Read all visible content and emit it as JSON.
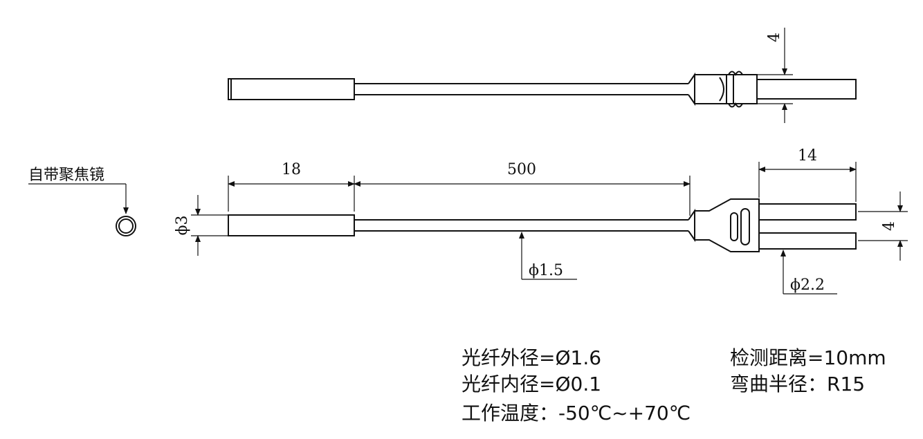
{
  "annotations": {
    "lens_note": "自带聚焦镜",
    "dim_top_spacing": "4",
    "dim_probe_length": "18",
    "dim_cable_length": "500",
    "dim_tail_length": "14",
    "dim_probe_diameter": "ϕ3",
    "dim_cable_diameter": "ϕ1.5",
    "dim_fiber_diameter": "ϕ2.2",
    "dim_fiber_spacing": "4"
  },
  "specs": {
    "outer_diameter": "光纤外径=Ø1.6",
    "inner_diameter": "光纤内径=Ø0.1",
    "operating_temp": "工作温度：-50℃~+70℃",
    "detection_distance": "检测距离=10mm",
    "bend_radius": "弯曲半径：R15"
  }
}
